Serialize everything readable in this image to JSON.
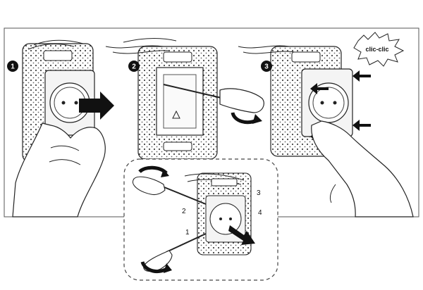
{
  "steps": [
    {
      "number": "1"
    },
    {
      "number": "2"
    },
    {
      "number": "3"
    }
  ],
  "callout": {
    "text": "clic-clic"
  },
  "detail_labels": [
    "1",
    "2",
    "3",
    "4"
  ]
}
